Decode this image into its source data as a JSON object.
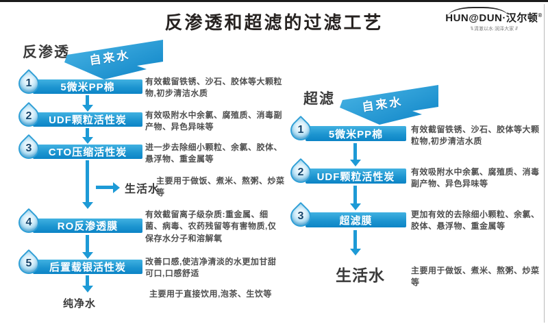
{
  "page": {
    "title": "反渗透和超滤的过滤工艺"
  },
  "brand": {
    "name": "HUN@DUN·汉尔顿",
    "registered": "®",
    "flourish_left": "\\\\\\",
    "tagline": "清澈以水·润泽大家",
    "flourish_right": "///"
  },
  "colors": {
    "accent_blue": "#1d9ad6",
    "bar_gradient_top": "#41b1e1",
    "bar_gradient_bottom": "#0c84c6",
    "title_text": "#262220",
    "desc_text": "#4f4f4f"
  },
  "ro": {
    "label": "反渗透",
    "source": "自来水",
    "steps": [
      {
        "num": "1",
        "label": "5微米PP棉",
        "desc": "有效截留铁锈、沙石、胶体等大颗粒物,初步清洁水质"
      },
      {
        "num": "2",
        "label": "UDF颗粒活性炭",
        "desc": "有效吸附水中余氯、腐殖质、消毒副产物、异色异味等"
      },
      {
        "num": "3",
        "label": "CTO压缩活性炭",
        "desc": "进一步去除细小颗粒、余氯、胶体、悬浮物、重金属等"
      },
      {
        "num": "4",
        "label": "RO反渗透膜",
        "desc": "有效截留离子级杂质:重金属、细菌、病毒、农药残留等有害物质,仅保存水分子和溶解氧"
      },
      {
        "num": "5",
        "label": "后置载银活性炭",
        "desc": "改善口感,使洁净清淡的水更加甘甜可口,口感舒适"
      }
    ],
    "branch": {
      "label": "生活水",
      "desc": "主要用于做饭、煮米、熬粥、炒菜等"
    },
    "output": {
      "label": "纯净水",
      "desc": "主要用于直接饮用,泡茶、生饮等"
    }
  },
  "uf": {
    "label": "超滤",
    "source": "自来水",
    "steps": [
      {
        "num": "1",
        "label": "5微米PP棉",
        "desc": "有效截留铁锈、沙石、胶体等大颗粒物,初步清洁水质"
      },
      {
        "num": "2",
        "label": "UDF颗粒活性炭",
        "desc": "有效吸附水中余氯、腐殖质、消毒副产物、异色异味等"
      },
      {
        "num": "3",
        "label": "超滤膜",
        "desc": "更加有效的去除细小颗粒、余氯、胶体、悬浮物、重金属等"
      }
    ],
    "output": {
      "label": "生活水",
      "desc": "主要用于做饭、煮米、熬粥、炒菜等"
    }
  }
}
